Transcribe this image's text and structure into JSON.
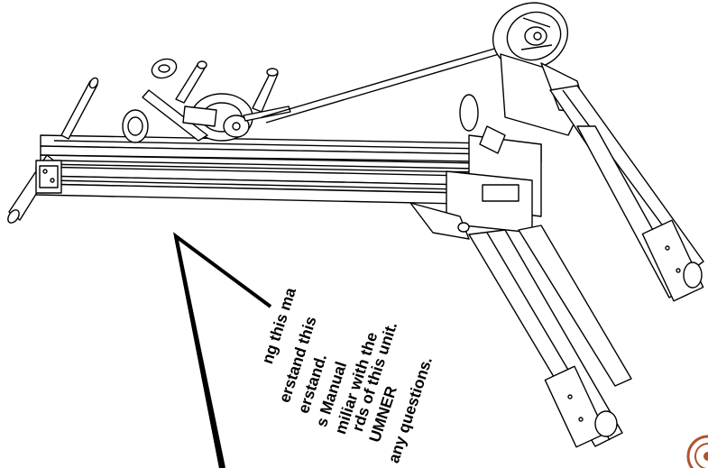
{
  "warning_lines": [
    "ng this ma",
    "erstand this",
    "erstand.",
    "s Manual",
    "miliar with the",
    "rds of this unit.",
    "UMNER",
    "any questions."
  ],
  "icons": {
    "logo": "brand-logo-icon",
    "machine": "material-lift-illustration"
  },
  "colors": {
    "line": "#000000",
    "background": "#ffffff",
    "logo": "#b0522f"
  }
}
